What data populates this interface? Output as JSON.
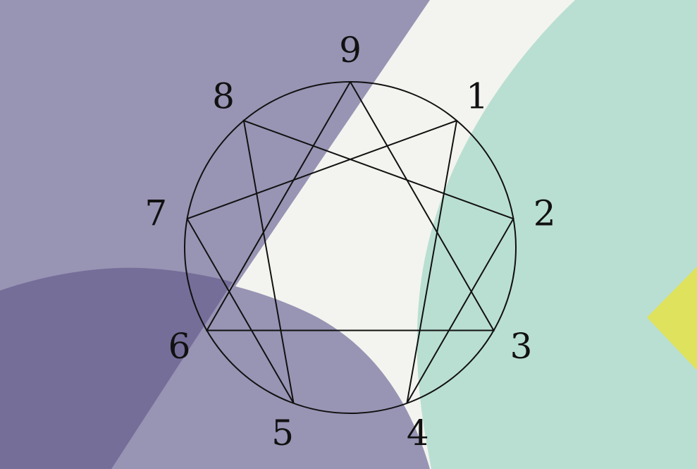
{
  "colors": {
    "background": "#f3f4ef",
    "purple_light": "#9894b4",
    "purple_dark": "#756e99",
    "mint": "#b9dfd2",
    "yellow": "#dfe25c",
    "ink": "#111111"
  },
  "nodes": [
    "9",
    "1",
    "2",
    "3",
    "4",
    "5",
    "6",
    "7",
    "8"
  ],
  "hexad_path": [
    "1",
    "4",
    "2",
    "8",
    "5",
    "7",
    "1"
  ],
  "triangle_path": [
    "9",
    "3",
    "6",
    "9"
  ]
}
